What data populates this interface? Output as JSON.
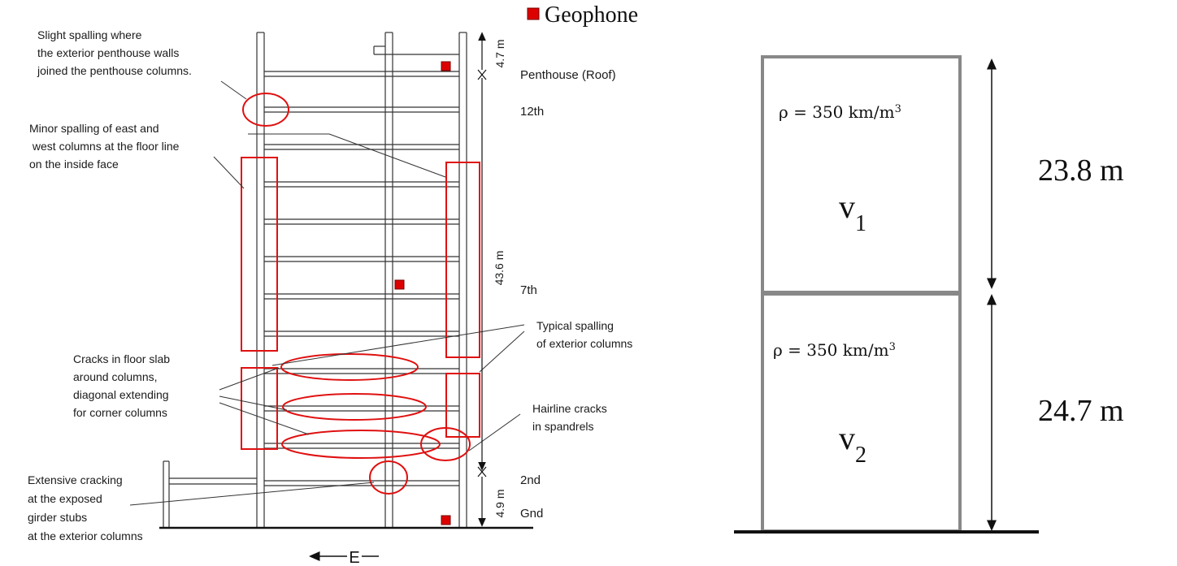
{
  "legend": {
    "label": "Geophone",
    "color": "#dd0000"
  },
  "left_diagram": {
    "annotations": {
      "a1": [
        "Slight spalling where",
        "the exterior penthouse walls",
        "joined the penthouse columns."
      ],
      "a2": [
        "Minor spalling of east and",
        " west columns at the floor line",
        "on the inside face"
      ],
      "a3": [
        "Cracks in floor slab",
        "around columns,",
        "diagonal extending",
        "for corner columns"
      ],
      "a4": [
        "Extensive cracking",
        "at the exposed",
        "girder stubs",
        "at the exterior columns"
      ],
      "a5": [
        "Typical spalling",
        "of exterior columns"
      ],
      "a6": [
        "Hairline cracks",
        "in spandrels"
      ]
    },
    "floor_labels": {
      "roof": "Penthouse (Roof)",
      "f12": "12th",
      "f7": "7th",
      "f2": "2nd",
      "gnd": "Gnd"
    },
    "dimensions": {
      "top": "4.7 m",
      "middle": "43.6 m",
      "bottom": "4.9 m"
    },
    "direction": "E",
    "damage_color": "#e01010"
  },
  "right_diagram": {
    "upper": {
      "density_text": "ρ = 350 km/m",
      "density_exp": "3",
      "velocity": "v",
      "velocity_sub": "1",
      "height": "23.8 m"
    },
    "lower": {
      "density_text": "ρ = 350 km/m",
      "density_exp": "3",
      "velocity": "v",
      "velocity_sub": "2",
      "height": "24.7 m"
    },
    "frame_color": "#888888"
  }
}
